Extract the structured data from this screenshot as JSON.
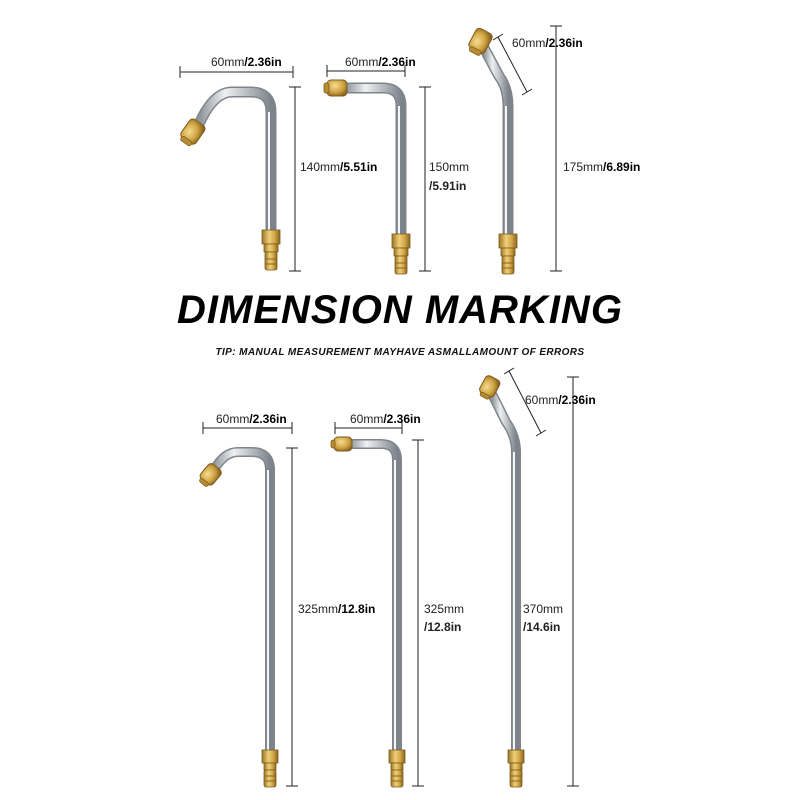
{
  "heading": "DIMENSION MARKING",
  "tip": "TIP: MANUAL MEASUREMENT MAYHAVE ASMALLAMOUNT OF ERRORS",
  "colors": {
    "brass": "#d6ad4d",
    "steel": "#c9cdd1",
    "dimension_line": "#222222"
  },
  "lances": [
    {
      "tip_mm": "60mm",
      "tip_in": "/2.36in",
      "len_mm": "140mm",
      "len_in": "/5.51in",
      "shape": "hook"
    },
    {
      "tip_mm": "60mm",
      "tip_in": "/2.36in",
      "len_mm": "150mm",
      "len_in": "/5.91in",
      "shape": "right-angle"
    },
    {
      "tip_mm": "60mm",
      "tip_in": "/2.36in",
      "len_mm": "175mm",
      "len_in": "/6.89in",
      "shape": "angled"
    },
    {
      "tip_mm": "60mm",
      "tip_in": "/2.36in",
      "len_mm": "325mm",
      "len_in": "/12.8in",
      "shape": "hook"
    },
    {
      "tip_mm": "60mm",
      "tip_in": "/2.36in",
      "len_mm": "325mm",
      "len_in": "/12.8in",
      "shape": "right-angle"
    },
    {
      "tip_mm": "60mm",
      "tip_in": "/2.36in",
      "len_mm": "370mm",
      "len_in": "/14.6in",
      "shape": "angled"
    }
  ]
}
